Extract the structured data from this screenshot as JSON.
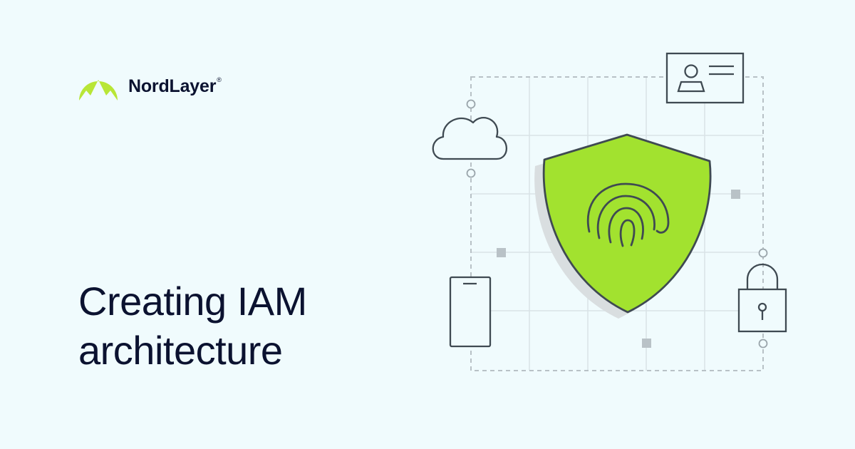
{
  "brand": {
    "name": "NordLayer",
    "trademark": "®",
    "color": "#b8e636"
  },
  "headline": {
    "line1": "Creating IAM",
    "line2": "architecture"
  },
  "colors": {
    "background": "#f0fbfd",
    "text": "#0b1230",
    "accent": "#a2e22f",
    "outline": "#3f4a52",
    "grid": "#d9e3e7",
    "dashed": "#b8c1c6"
  },
  "icons": [
    "nordlayer-logo-icon",
    "id-card-icon",
    "cloud-icon",
    "shield-fingerprint-icon",
    "smartphone-icon",
    "padlock-icon"
  ]
}
